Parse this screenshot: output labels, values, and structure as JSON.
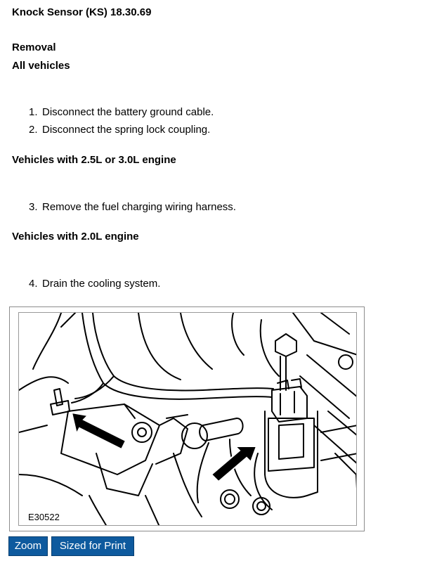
{
  "title": "Knock Sensor (KS) 18.30.69",
  "section": "Removal",
  "subsection": "All vehicles",
  "steps": [
    {
      "num": "1.",
      "text": "Disconnect the battery ground cable."
    },
    {
      "num": "2.",
      "text": "Disconnect the spring lock coupling."
    },
    {
      "num": "3.",
      "text": "Remove the fuel charging wiring harness."
    },
    {
      "num": "4.",
      "text": "Drain the cooling system."
    }
  ],
  "headings": {
    "engine_25_30": "Vehicles with 2.5L or 3.0L engine",
    "engine_20": "Vehicles with 2.0L engine"
  },
  "figure": {
    "label": "E30522"
  },
  "buttons": {
    "zoom": "Zoom",
    "print": "Sized for Print"
  },
  "colors": {
    "button_bg": "#0e5a9e",
    "button_text": "#ffffff"
  }
}
